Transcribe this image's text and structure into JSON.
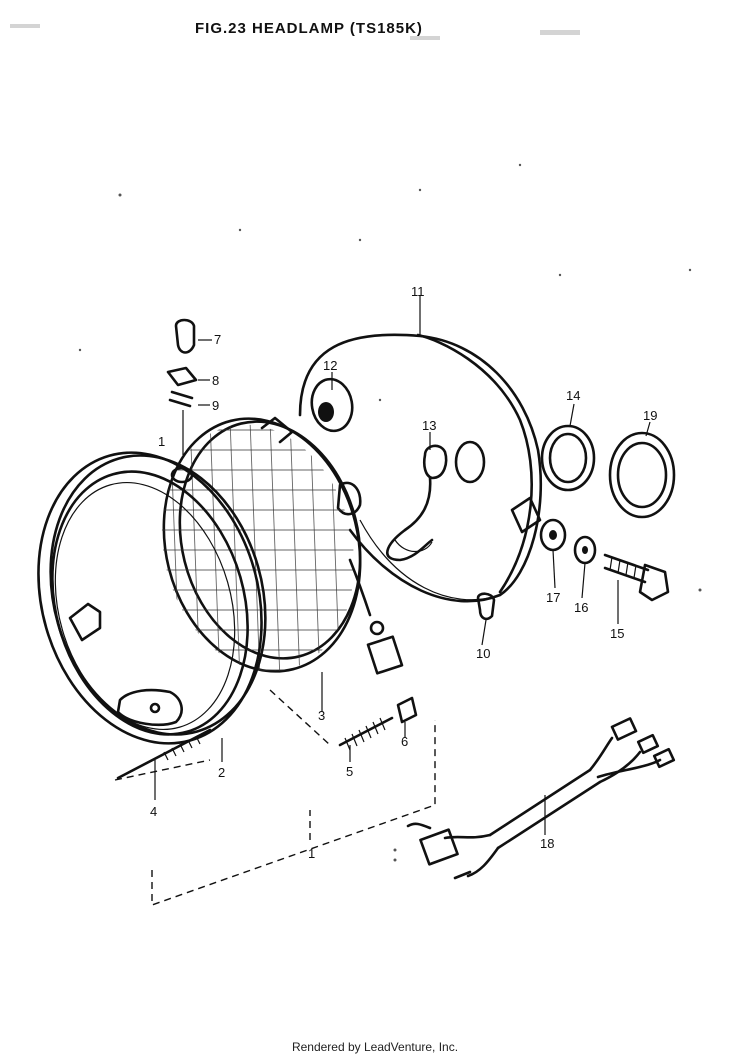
{
  "title": "FIG.23  HEADLAMP (TS185K)",
  "footer": "Rendered by LeadVenture, Inc.",
  "callouts": [
    "1",
    "1",
    "2",
    "3",
    "4",
    "5",
    "6",
    "7",
    "8",
    "9",
    "10",
    "11",
    "12",
    "13",
    "14",
    "15",
    "16",
    "17",
    "18",
    "19"
  ]
}
